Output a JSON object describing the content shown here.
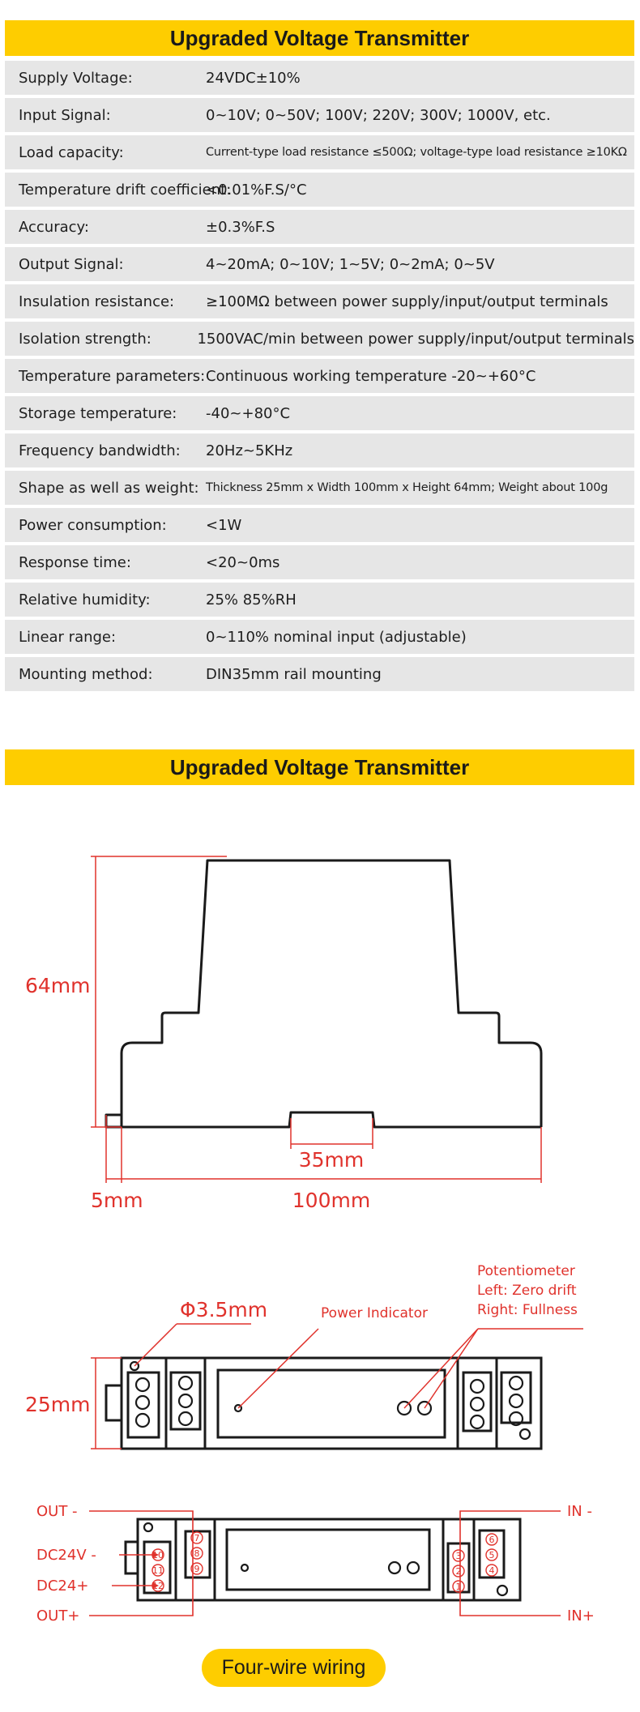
{
  "header": {
    "title": "Upgraded Voltage Transmitter"
  },
  "specs": [
    {
      "label": "Supply Voltage:",
      "value": "24VDC±10%"
    },
    {
      "label": "Input Signal:",
      "value": "0~10V; 0~50V; 100V; 220V; 300V; 1000V, etc."
    },
    {
      "label": "Load capacity:",
      "value": "Current-type load resistance ≤500Ω; voltage-type load resistance ≥10KΩ"
    },
    {
      "label": "Temperature drift coefficient:",
      "value": "<0.01%F.S/°C"
    },
    {
      "label": "Accuracy:",
      "value": "±0.3%F.S"
    },
    {
      "label": "Output Signal:",
      "value": "4~20mA; 0~10V; 1~5V; 0~2mA; 0~5V"
    },
    {
      "label": "Insulation resistance:",
      "value": "≥100MΩ between power supply/input/output terminals"
    },
    {
      "label": "Isolation strength:",
      "value": "1500VAC/min between power supply/input/output terminals"
    },
    {
      "label": "Temperature parameters:",
      "value": "Continuous working temperature -20~+60°C"
    },
    {
      "label": "Storage temperature:",
      "value": "-40~+80°C"
    },
    {
      "label": "Frequency bandwidth:",
      "value": "20Hz~5KHz"
    },
    {
      "label": "Shape as well as weight:",
      "value": "Thickness 25mm x Width 100mm x Height 64mm; Weight about 100g"
    },
    {
      "label": "Power consumption:",
      "value": "<1W"
    },
    {
      "label": "Response time:",
      "value": "<20~0ms"
    },
    {
      "label": "Relative humidity:",
      "value": "25% 85%RH"
    },
    {
      "label": "Linear range:",
      "value": "0~110% nominal input (adjustable)"
    },
    {
      "label": "Mounting method:",
      "value": "DIN35mm rail mounting"
    }
  ],
  "diagram": {
    "title": "Upgraded Voltage Transmitter",
    "accent_color": "#e0322c",
    "dims": {
      "height": "64mm",
      "slot": "35mm",
      "foot": "5mm",
      "width": "100mm",
      "hole": "Φ3.5mm",
      "depth": "25mm"
    },
    "callouts": {
      "power_indicator": "Power Indicator",
      "pot_title": "Potentiometer",
      "pot_left": "Left: Zero drift",
      "pot_right": "Right: Fullness"
    },
    "wiring": {
      "out_minus": "OUT -",
      "dc24v_minus": "DC24V -",
      "dc24_plus": "DC24+",
      "out_plus": "OUT+",
      "in_minus": "IN -",
      "in_plus": "IN+",
      "terminals_left": [
        "10",
        "11",
        "12"
      ],
      "terminals_mid": [
        "7",
        "8",
        "9"
      ],
      "terminals_right_inner": [
        "3",
        "2",
        "1"
      ],
      "terminals_right_outer": [
        "6",
        "5",
        "4"
      ]
    }
  },
  "footer": {
    "label": "Four-wire wiring"
  }
}
